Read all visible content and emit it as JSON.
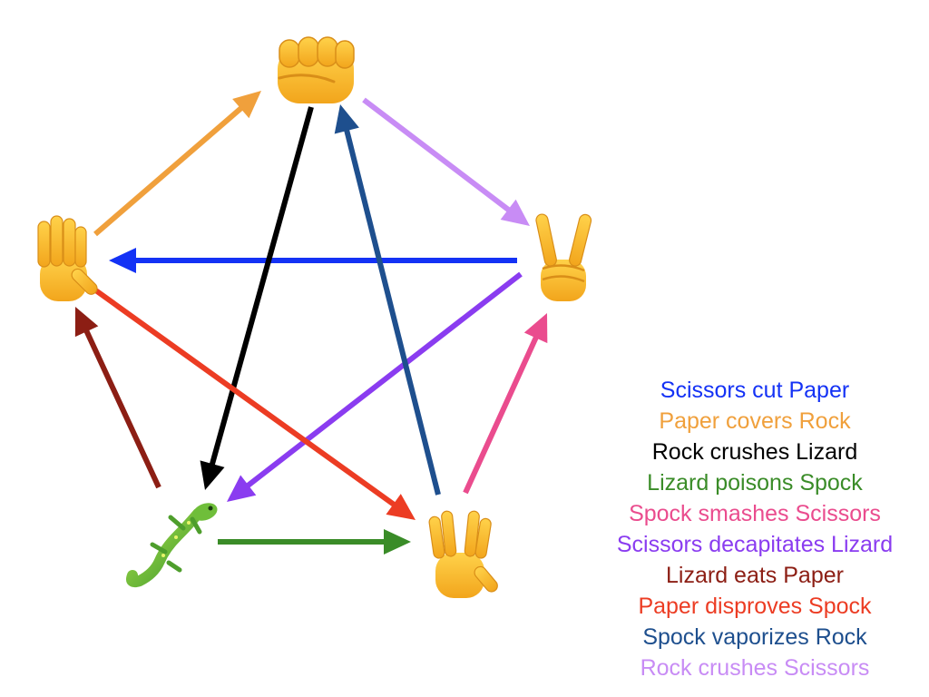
{
  "nodes": [
    {
      "id": "rock",
      "name": "Rock",
      "icon": "fist-icon"
    },
    {
      "id": "scissors",
      "name": "Scissors",
      "icon": "victory-hand-icon"
    },
    {
      "id": "spock",
      "name": "Spock",
      "icon": "vulcan-salute-icon"
    },
    {
      "id": "lizard",
      "name": "Lizard",
      "icon": "lizard-icon"
    },
    {
      "id": "paper",
      "name": "Paper",
      "icon": "raised-hand-icon"
    }
  ],
  "edges": [
    {
      "from": "scissors",
      "to": "paper",
      "label": "Scissors cut Paper",
      "color": "#1432f5"
    },
    {
      "from": "paper",
      "to": "rock",
      "label": "Paper covers Rock",
      "color": "#f0a03c"
    },
    {
      "from": "rock",
      "to": "lizard",
      "label": "Rock crushes Lizard",
      "color": "#000000"
    },
    {
      "from": "lizard",
      "to": "spock",
      "label": "Lizard poisons Spock",
      "color": "#3a8c28"
    },
    {
      "from": "spock",
      "to": "scissors",
      "label": "Spock smashes Scissors",
      "color": "#ea4c8e"
    },
    {
      "from": "scissors",
      "to": "lizard",
      "label": "Scissors decapitates Lizard",
      "color": "#8a3cf0"
    },
    {
      "from": "lizard",
      "to": "paper",
      "label": "Lizard eats Paper",
      "color": "#8c1e14"
    },
    {
      "from": "paper",
      "to": "spock",
      "label": "Paper disproves Spock",
      "color": "#ec3c23"
    },
    {
      "from": "spock",
      "to": "rock",
      "label": "Spock vaporizes Rock",
      "color": "#1e4f8e"
    },
    {
      "from": "rock",
      "to": "scissors",
      "label": "Rock crushes Scissors",
      "color": "#c88cf5"
    }
  ]
}
